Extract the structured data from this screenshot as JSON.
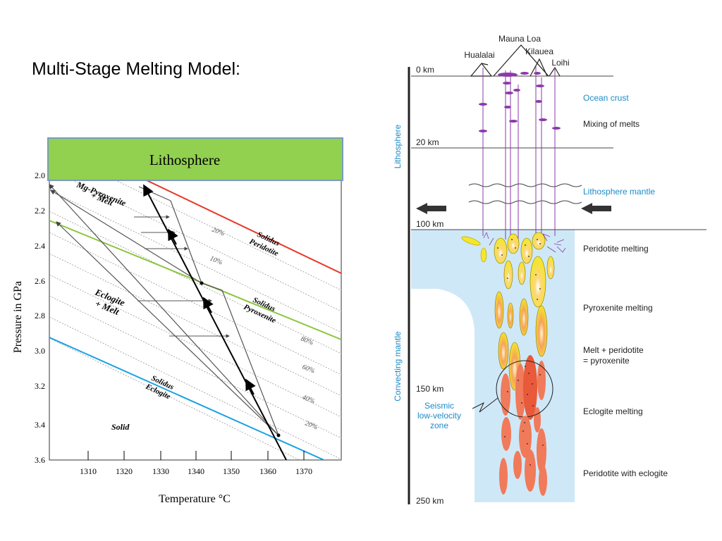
{
  "slide": {
    "title": "Multi-Stage Melting Model:"
  },
  "phase_diagram": {
    "banner": "Lithosphere",
    "ylabel": "Pressure in GPa",
    "xlabel": "Temperature °C",
    "y_ticks": [
      "2.0",
      "2.2",
      "2.4",
      "2.6",
      "2.8",
      "3.0",
      "3.2",
      "3.4",
      "3.6"
    ],
    "x_ticks": [
      "1310",
      "1320",
      "1330",
      "1340",
      "1350",
      "1360",
      "1370"
    ],
    "field_labels": {
      "mg_pyroxenite_1": "Mg-Pyroxenite",
      "mg_pyroxenite_2": "+ Melt",
      "eclogite_melt_1": "Eclogite",
      "eclogite_melt_2": "+ Melt",
      "solid": "Solid"
    },
    "solidus_labels": {
      "peridotite_1": "Solidus",
      "peridotite_2": "Peridotite",
      "pyroxenite_1": "Solidus",
      "pyroxenite_2": "Pyroxenite",
      "eclogite_1": "Solidus",
      "eclogite_2": "Eclogite"
    },
    "percent_labels": [
      "20%",
      "10%",
      "80%",
      "60%",
      "40%",
      "20%"
    ],
    "colors": {
      "banner": "#92d050",
      "peridotite": "#e8392b",
      "pyroxenite": "#8dc63f",
      "eclogite": "#1ba1e2"
    }
  },
  "cross_section": {
    "volcanoes": {
      "mauna_loa": "Mauna Loa",
      "hualalai": "Hualalai",
      "kilauea": "Kilauea",
      "loihi": "Loihi"
    },
    "depths": {
      "d0": "0 km",
      "d20": "20 km",
      "d100": "100 km",
      "d150": "150 km",
      "d250": "250 km"
    },
    "side_labels": {
      "lithosphere": "Lithosphere",
      "convecting_mantle": "Convecting mantle"
    },
    "zone_labels": {
      "ocean_crust": "Ocean crust",
      "lithosphere_mantle": "Lithosphere mantle",
      "seismic_1": "Seismic",
      "seismic_2": "low-velocity",
      "seismic_3": "zone"
    },
    "right_labels": {
      "mixing": "Mixing of melts",
      "peridotite_melting": "Peridotite melting",
      "pyroxenite_melting": "Pyroxenite melting",
      "melt_peridotite_1": "Melt + peridotite",
      "melt_peridotite_2": "= pyroxenite",
      "eclogite_melting": "Eclogite melting",
      "peridotite_eclogite": "Peridotite with eclogite"
    },
    "colors": {
      "labels_blue": "#1a8cc8",
      "mantle": "#cfe8f7",
      "melt_purple": "#8b3aa8",
      "yellow": "#f5e62a",
      "salmon": "#f07a5a"
    }
  }
}
